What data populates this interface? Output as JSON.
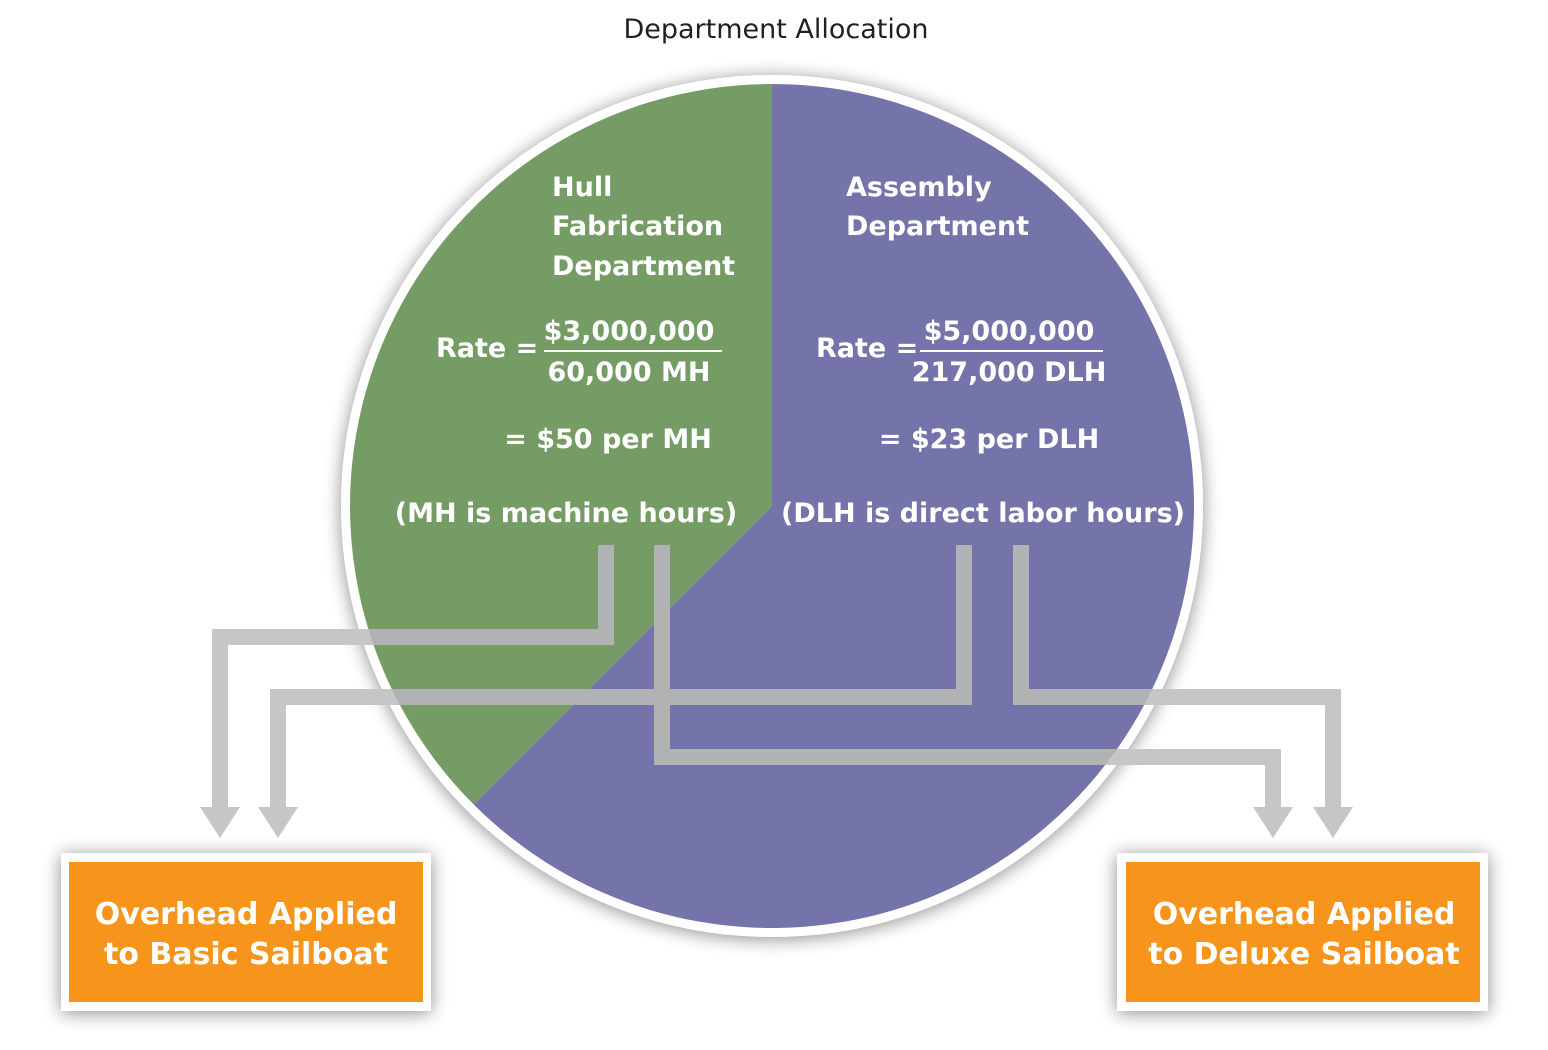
{
  "title": "Department Allocation",
  "colors": {
    "hull": "#769c66",
    "assembly": "#7474aa",
    "box": "#f7941e",
    "arrow": "#c5c6c8",
    "arrow_overlay": "#5a5a5a"
  },
  "departments": {
    "hull": {
      "name_lines": [
        "Hull",
        "Fabrication",
        "Department"
      ],
      "rate_label": "Rate =",
      "numerator": "$3,000,000",
      "denominator": "60,000 MH",
      "result": "= $50 per MH",
      "note": "(MH is machine hours)",
      "overhead": 3000000
    },
    "assembly": {
      "name_lines": [
        "Assembly",
        "Department"
      ],
      "rate_label": "Rate =",
      "numerator": "$5,000,000",
      "denominator": "217,000 DLH",
      "result": "= $23 per DLH",
      "note": "(DLH is direct labor hours)",
      "overhead": 5000000
    }
  },
  "targets": {
    "basic": {
      "lines": [
        "Overhead Applied",
        "to Basic Sailboat"
      ]
    },
    "deluxe": {
      "lines": [
        "Overhead Applied",
        "to Deluxe Sailboat"
      ]
    }
  },
  "flows": [
    {
      "from": "hull",
      "to": "basic"
    },
    {
      "from": "hull",
      "to": "deluxe"
    },
    {
      "from": "assembly",
      "to": "basic"
    },
    {
      "from": "assembly",
      "to": "deluxe"
    }
  ]
}
